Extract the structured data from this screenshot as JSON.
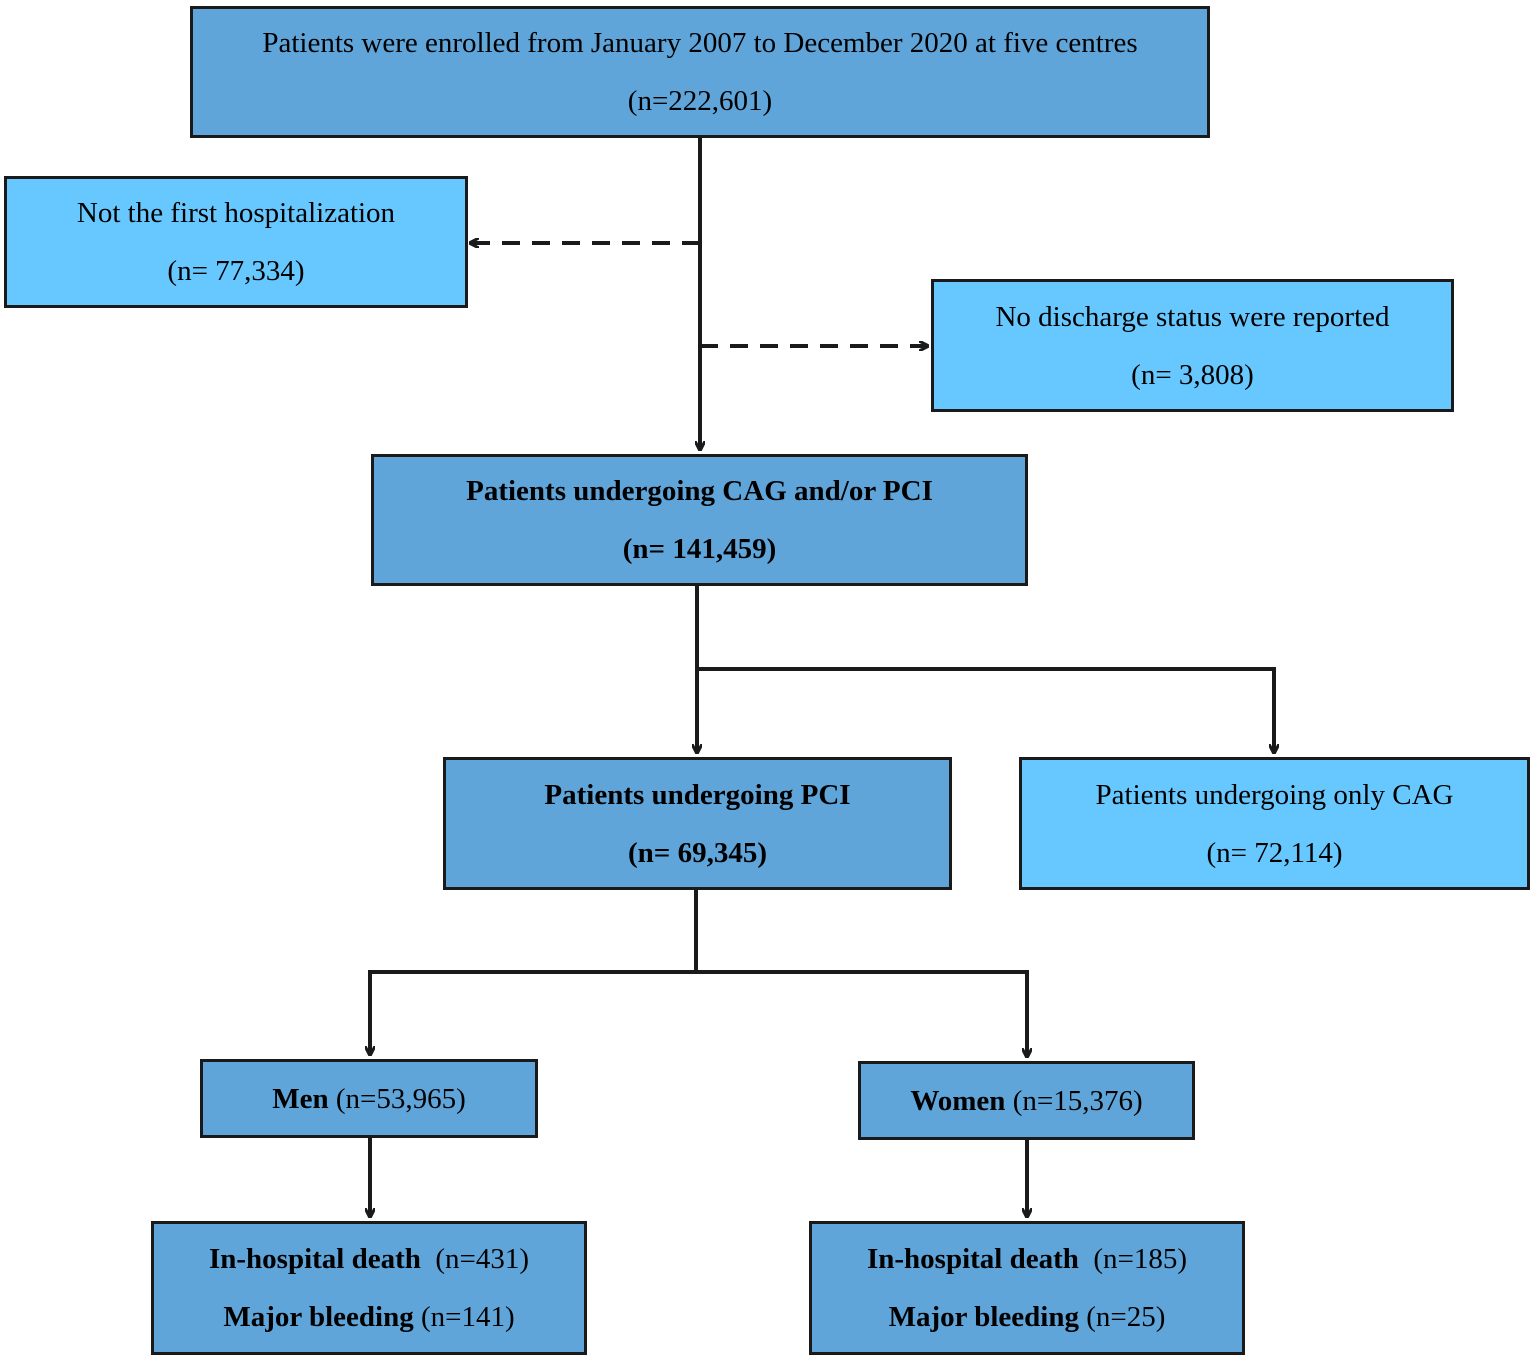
{
  "enrolled": {
    "line1": "Patients were enrolled from January 2007 to December 2020 at five centres",
    "line2": "(n=222,601)"
  },
  "excl_first_hosp": {
    "line1": "Not the first hospitalization",
    "line2": "(n= 77,334)"
  },
  "excl_discharge": {
    "line1": "No discharge status were reported",
    "line2": "(n= 3,808)"
  },
  "cag_pci": {
    "line1": "Patients undergoing CAG and/or PCI",
    "line2": "(n= 141,459)"
  },
  "pci": {
    "line1": "Patients undergoing PCI",
    "line2": "(n= 69,345)"
  },
  "only_cag": {
    "line1": "Patients undergoing only CAG",
    "line2": "(n= 72,114)"
  },
  "men": {
    "label": "Men",
    "count": "(n=53,965)"
  },
  "women": {
    "label": "Women",
    "count": "(n=15,376)"
  },
  "men_outcomes": {
    "death_label": "In-hospital death",
    "death_count": "(n=431)",
    "bleed_label": "Major bleeding",
    "bleed_count": "(n=141)"
  },
  "women_outcomes": {
    "death_label": "In-hospital death",
    "death_count": "(n=185)",
    "bleed_label": "Major bleeding",
    "bleed_count": "(n=25)"
  },
  "colors": {
    "main_box": "#5fa5d9",
    "side_box": "#66c8ff",
    "line": "#1a1a1a"
  }
}
